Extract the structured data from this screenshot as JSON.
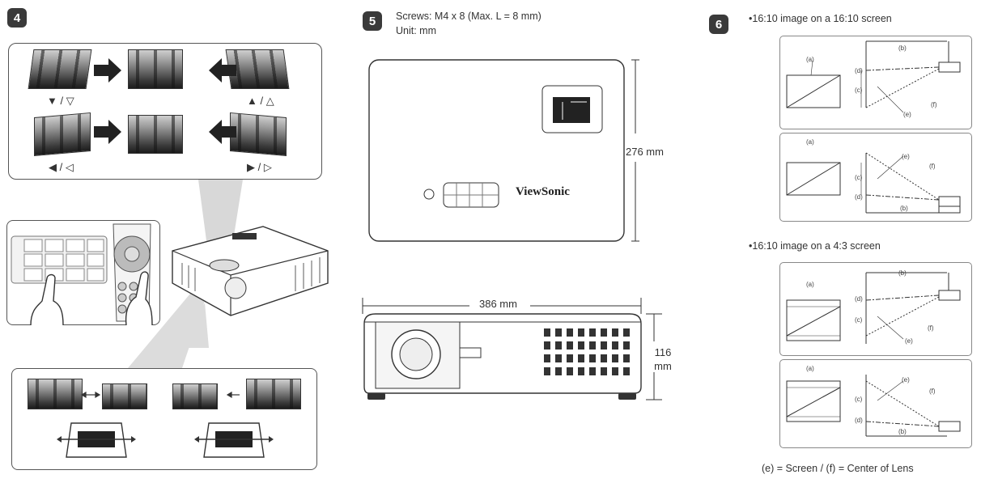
{
  "section4": {
    "badge": "4",
    "keystone_labels": [
      "▼ / ▽",
      "▲ / △",
      "◀ / ◁",
      "▶ / ▷"
    ]
  },
  "section5": {
    "badge": "5",
    "screws": "Screws: M4 x 8 (Max. L = 8 mm)",
    "unit": "Unit: mm",
    "depth": "276 mm",
    "width": "386 mm",
    "height_value": "116",
    "height_unit": "mm",
    "brand": "ViewSonic"
  },
  "section6": {
    "badge": "6",
    "heading1": "•16:10 image on a 16:10 screen",
    "heading2": "•16:10 image on a 4:3 screen",
    "diagram_labels": {
      "a": "(a)",
      "b": "(b)",
      "c": "(c)",
      "d": "(d)",
      "e": "(e)",
      "f": "(f)"
    },
    "legend": "(e) = Screen / (f) = Center of Lens"
  },
  "colors": {
    "badge": "#3a3a3a",
    "line": "#555555",
    "photo_dark": "#1c1c1c"
  }
}
